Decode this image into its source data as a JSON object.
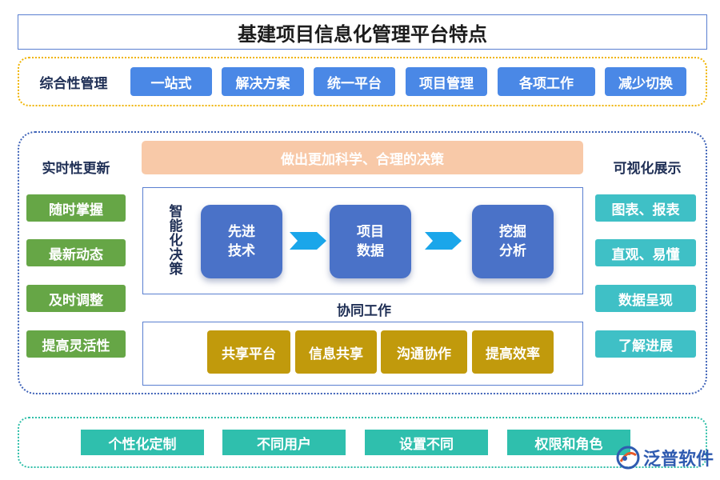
{
  "title": "基建项目信息化管理平台特点",
  "comprehensive": {
    "label": "综合性管理",
    "items": [
      "一站式",
      "解决方案",
      "统一平台",
      "项目管理",
      "各项工作",
      "减少切换"
    ]
  },
  "realtime": {
    "label": "实时性更新",
    "items": [
      "随时掌握",
      "最新动态",
      "及时调整",
      "提高灵活性"
    ]
  },
  "visual": {
    "label": "可视化展示",
    "items": [
      "图表、报表",
      "直观、易懂",
      "数据呈现",
      "了解进展"
    ]
  },
  "decision_banner": "做出更加科学、合理的决策",
  "smart": {
    "label": "智能化决策",
    "cards": [
      {
        "line1": "先进",
        "line2": "技术"
      },
      {
        "line1": "项目",
        "line2": "数据"
      },
      {
        "line1": "挖掘",
        "line2": "分析"
      }
    ]
  },
  "collab": {
    "label": "协同工作",
    "items": [
      "共享平台",
      "信息共享",
      "沟通协作",
      "提高效率"
    ]
  },
  "custom": {
    "items": [
      "个性化定制",
      "不同用户",
      "设置不同",
      "权限和角色"
    ]
  },
  "logo": {
    "text": "泛普软件"
  },
  "colors": {
    "blue_button": "#4a88e6",
    "green_button": "#66a646",
    "cyan_button": "#3fc0c6",
    "gold_button": "#c19a0c",
    "teal_button": "#2fbfad",
    "card": "#4a72c8",
    "banner": "#f8c9a8",
    "arrow": "#1aa6ea"
  }
}
